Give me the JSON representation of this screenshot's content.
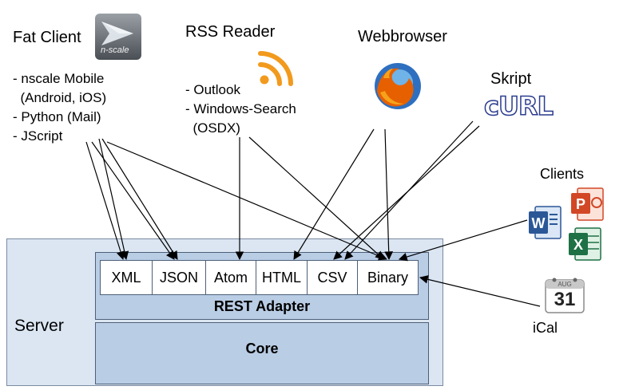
{
  "fat_client": {
    "title": "Fat Client",
    "logo_text": "n-scale",
    "items": [
      "- nscale Mobile",
      "  (Android, iOS)",
      "- Python (Mail)",
      "- JScript"
    ]
  },
  "rss_reader": {
    "title": "RSS Reader",
    "items": [
      "- Outlook",
      "- Windows-Search",
      "  (OSDX)"
    ]
  },
  "webbrowser": {
    "title": "Webbrowser"
  },
  "skript": {
    "title": "Skript",
    "logo_text": "cURL"
  },
  "clients": {
    "title": "Clients"
  },
  "ical": {
    "title": "iCal",
    "month": "AUG",
    "day": "31"
  },
  "server": {
    "label": "Server",
    "rest_adapter": "REST Adapter",
    "core": "Core",
    "formats": [
      "XML",
      "JSON",
      "Atom",
      "HTML",
      "CSV",
      "Binary"
    ]
  },
  "colors": {
    "server_fill": "#dbe6f2",
    "adapter_fill": "#b9cde5",
    "border": "#4d5f78",
    "rss_orange": "#f29a1d",
    "word_blue": "#2b5797",
    "powerpoint_red": "#d24726",
    "excel_green": "#1e7145"
  }
}
